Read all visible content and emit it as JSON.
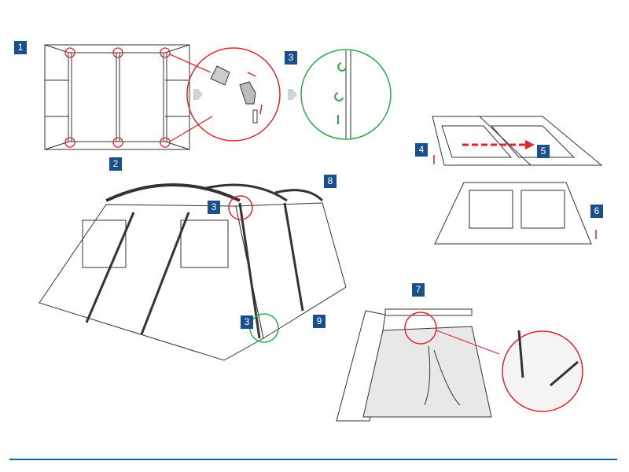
{
  "title": "Tent pitching instructions",
  "steps": {
    "s1": "1",
    "s2": "2",
    "s3a": "3",
    "s3b": "3",
    "s3c": "3",
    "s4": "4",
    "s5": "5",
    "s6": "6",
    "s7": "7",
    "s8": "8",
    "s9": "9"
  },
  "colors": {
    "badge": "#1b4f8c",
    "highlight_red": "#e0242a",
    "highlight_green": "#2aa84a",
    "rule": "#1f5d9c"
  }
}
